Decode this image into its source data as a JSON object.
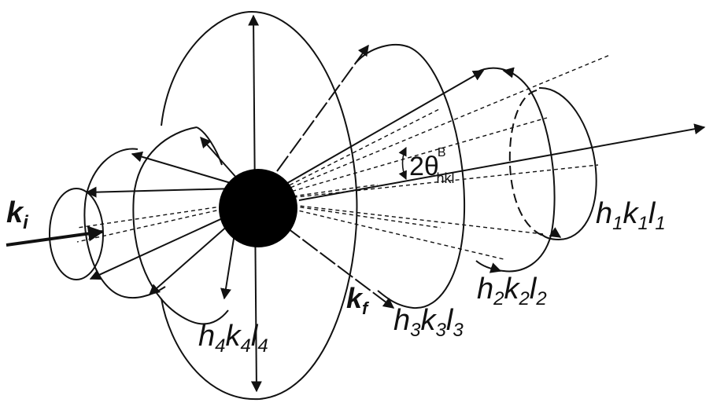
{
  "labels": {
    "k_incident": {
      "base": "k",
      "sub": "i"
    },
    "k_final": {
      "base": "k",
      "sub": "f"
    },
    "angle": {
      "prefix": "2θ",
      "sup": "B",
      "sub": "hkl"
    },
    "ring1": {
      "parts": [
        "h",
        "1",
        "k",
        "1",
        "l",
        "1"
      ]
    },
    "ring2": {
      "parts": [
        "h",
        "2",
        "k",
        "2",
        "l",
        "2"
      ]
    },
    "ring3": {
      "parts": [
        "h",
        "3",
        "k",
        "3",
        "l",
        "3"
      ]
    },
    "ring4": {
      "parts": [
        "h",
        "4",
        "k",
        "4",
        "l",
        "4"
      ]
    }
  },
  "colors": {
    "stroke": "#111111",
    "sample": "#000000",
    "background": "#ffffff"
  }
}
